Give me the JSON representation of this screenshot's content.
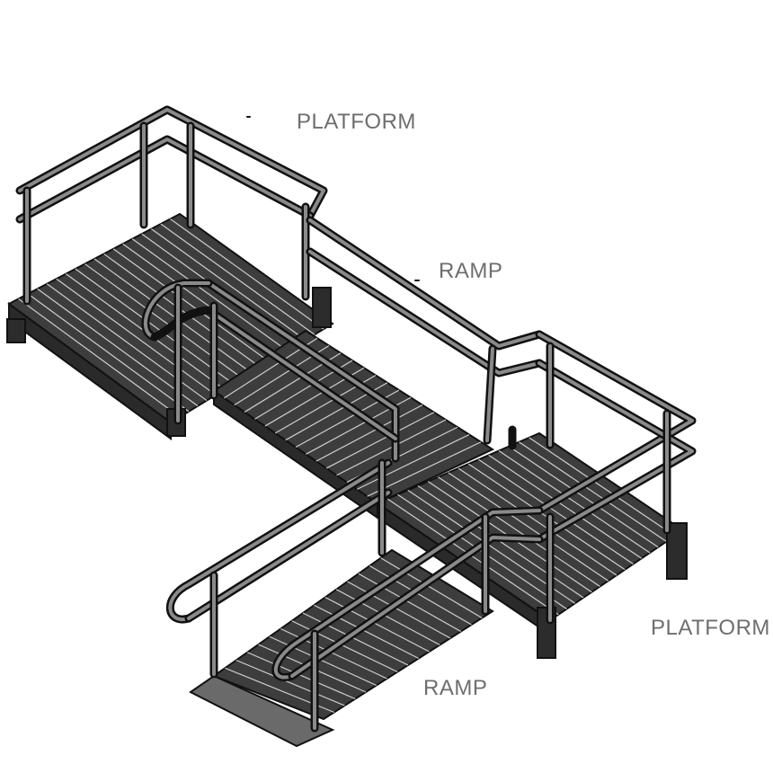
{
  "labels": {
    "platform_top": "PLATFORM",
    "ramp_upper": "RAMP",
    "platform_right": "PLATFORM",
    "ramp_lower": "RAMP"
  },
  "colors": {
    "deck": "#3d3d3d",
    "rail": "#111111",
    "label": "#6e6e6e",
    "background": "#ffffff"
  }
}
